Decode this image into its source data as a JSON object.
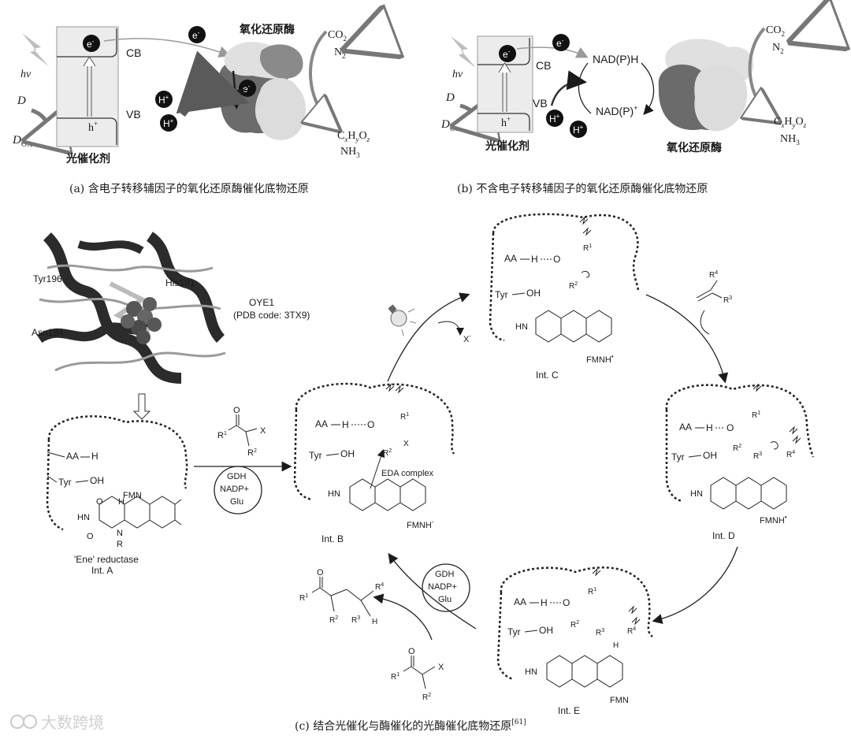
{
  "panel_a": {
    "hv": "hν",
    "D": "D",
    "Dox": "D",
    "Dox_sub": "OX",
    "electron": "e",
    "electron_sup": "-",
    "CB": "CB",
    "VB": "VB",
    "hole": "h",
    "hole_sup": "+",
    "proton": "H",
    "proton_sup": "+",
    "catalyst": "光催化剂",
    "enzyme": "氧化还原酶",
    "co2": "CO",
    "co2_sub": "2",
    "n2": "N",
    "n2_sub": "2",
    "product_C": "C",
    "product_x": "x",
    "product_H": "H",
    "product_y": "y",
    "product_O": "O",
    "product_z": "z",
    "nh3": "NH",
    "nh3_sub": "3",
    "caption": "(a) 含电子转移辅因子的氧化还原酶催化底物还原"
  },
  "panel_b": {
    "hv": "hν",
    "D": "D",
    "Dox": "D",
    "Dox_sub": "OX",
    "electron": "e",
    "electron_sup": "-",
    "CB": "CB",
    "VB": "VB",
    "hole": "h",
    "hole_sup": "+",
    "proton": "H",
    "proton_sup": "+",
    "nadph": "NAD(P)H",
    "nadp": "NAD(P)",
    "nadp_sup": "+",
    "catalyst": "光催化剂",
    "enzyme": "氧化还原酶",
    "co2": "CO",
    "co2_sub": "2",
    "n2": "N",
    "n2_sub": "2",
    "product_C": "C",
    "product_x": "x",
    "product_H": "H",
    "product_y": "y",
    "product_O": "O",
    "product_z": "z",
    "nh3": "NH",
    "nh3_sub": "3",
    "caption": "(b) 不含电子转移辅因子的氧化还原酶催化底物还原"
  },
  "panel_c": {
    "protein": {
      "res1": "Tyr196",
      "res2": "His191",
      "res3": "Asn194",
      "name": "OYE1",
      "pdb": "(PDB code: 3TX9)"
    },
    "intA": {
      "aa": "AA",
      "h": "H",
      "tyr": "Tyr",
      "oh": "OH",
      "fmn": "FMN",
      "label1": "'Ene' reductase",
      "label2": "Int. A"
    },
    "intB": {
      "aa": "AA",
      "h": "H",
      "tyr": "Tyr",
      "oh": "OH",
      "eda": "EDA complex",
      "fmnh": "FMNH",
      "fmnh_sup": "-",
      "label": "Int. B"
    },
    "intC": {
      "aa": "AA",
      "h": "H",
      "tyr": "Tyr",
      "oh": "OH",
      "fmnh": "FMNH",
      "fmnh_sup": "•",
      "label": "Int. C",
      "x_minus": "X",
      "x_minus_sup": "-"
    },
    "intD": {
      "aa": "AA",
      "h": "H",
      "tyr": "Tyr",
      "oh": "OH",
      "fmnh": "FMNH",
      "fmnh_sup": "•",
      "label": "Int. D"
    },
    "intE": {
      "aa": "AA",
      "h": "H",
      "tyr": "Tyr",
      "oh": "OH",
      "fmn": "FMN",
      "label": "Int. E"
    },
    "cycle1": {
      "l1": "GDH",
      "l2": "NADP+",
      "l3": "Glu"
    },
    "cycle2": {
      "l1": "GDH",
      "l2": "NADP+",
      "l3": "Glu"
    },
    "substituents": {
      "r1": "R",
      "r1_sup": "1",
      "r2": "R",
      "r2_sup": "2",
      "r3": "R",
      "r3_sup": "3",
      "r4": "R",
      "r4_sup": "4",
      "x": "X",
      "o": "O",
      "h": "H",
      "n": "N",
      "hn": "HN",
      "r": "R"
    },
    "caption": "(c) 结合光催化与酶催化的光酶催化底物还原",
    "caption_ref": "[61]"
  },
  "watermark": "大数跨境",
  "colors": {
    "enzyme_dark": "#6b6b6b",
    "enzyme_mid": "#9a9a9a",
    "enzyme_light": "#d9d9d9",
    "box_fill": "#ececec",
    "ink": "#1a1a1a"
  }
}
